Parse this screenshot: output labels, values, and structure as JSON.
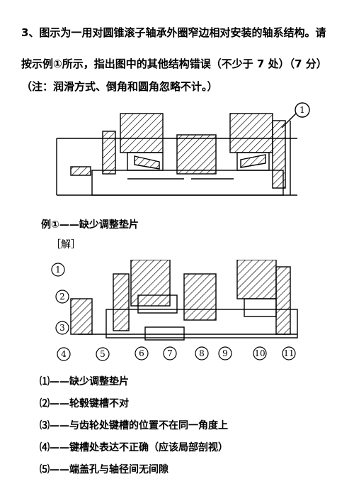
{
  "question": {
    "line1": "3、图示为一用对圆锥滚子轴承外圈窄边相对安装的轴系结构。请",
    "line2": "按示例①所示，指出图中的其他结构错误（不少于 7 处）（7 分）",
    "line3": "（注：润滑方式、倒角和圆角忽略不计。）"
  },
  "figure1": {
    "callout": "1"
  },
  "example": "例①——缺少调整垫片",
  "answer_label": "［解］",
  "figure2": {
    "callouts": [
      "1",
      "2",
      "3",
      "4",
      "5",
      "6",
      "7",
      "8",
      "9",
      "10",
      "11"
    ]
  },
  "answers": [
    "⑴——缺少调整垫片",
    "⑵——轮毂键槽不对",
    "⑶——与齿轮处键槽的位置不在同一角度上",
    "⑷——键槽处表达不正确（应该局部剖视）",
    "⑸——端盖孔与轴径间无间隙"
  ]
}
